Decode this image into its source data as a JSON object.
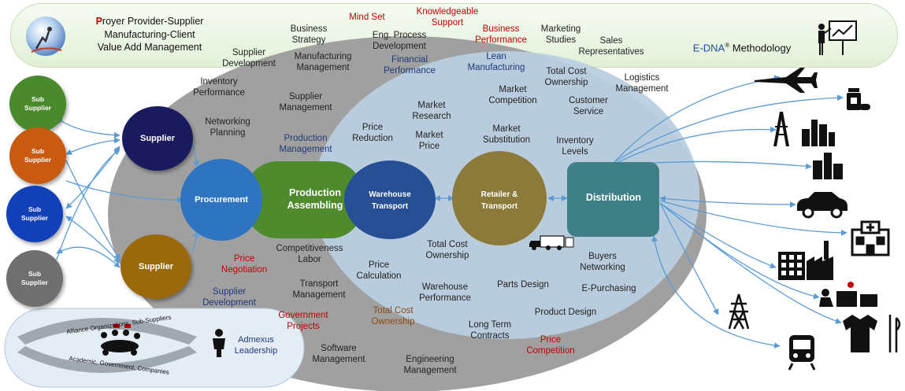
{
  "header": {
    "proyer_initial": "P",
    "proyer_rest": "royer Provider-Supplier",
    "line2": "Manufacturing-Client",
    "line3": "Value Add Management",
    "edna_brand": "E-DNA",
    "edna_reg": "®",
    "edna_rest": " Methodology"
  },
  "sub_suppliers": [
    {
      "label_1": "Sub",
      "label_2": "Supplier",
      "color": "#4a8a2c"
    },
    {
      "label_1": "Sub",
      "label_2": "Supplier",
      "color": "#c85a12"
    },
    {
      "label_1": "Sub",
      "label_2": "Supplier",
      "color": "#1240b8"
    },
    {
      "label_1": "Sub",
      "label_2": "Supplier",
      "color": "#6f6f6f"
    }
  ],
  "suppliers": [
    {
      "label": "Supplier",
      "color": "#1a1a5e"
    },
    {
      "label": "Supplier",
      "color": "#9a6a0a"
    }
  ],
  "process": {
    "procurement": "Procurement",
    "production_1": "Production",
    "production_2": "Assembling",
    "warehouse_1": "Warehouse",
    "warehouse_2": "Transport",
    "retailer_1": "Retailer &",
    "retailer_2": "Transport",
    "distribution": "Distribution"
  },
  "colors": {
    "outer_ellipse": "#9b9b9b",
    "inner_ellipse": "#b7cde0",
    "procurement": "#2e74c0",
    "production": "#4f8a2c",
    "warehouse": "#264f96",
    "retailer": "#8b7a3a",
    "distribution": "#3f7f86",
    "arrow": "#5b9bd5"
  },
  "labels": [
    {
      "l1": "Mind Set",
      "l2": "",
      "tone": "red"
    },
    {
      "l1": "Knowledgeable",
      "l2": "Support",
      "tone": "red"
    },
    {
      "l1": "Business",
      "l2": "Performance",
      "tone": "red"
    },
    {
      "l1": "Business",
      "l2": "Strategy",
      "tone": ""
    },
    {
      "l1": "Eng. Process",
      "l2": "Development",
      "tone": ""
    },
    {
      "l1": "Marketing",
      "l2": "Studies",
      "tone": ""
    },
    {
      "l1": "Sales",
      "l2": "Representatives",
      "tone": ""
    },
    {
      "l1": "Supplier",
      "l2": "Development",
      "tone": ""
    },
    {
      "l1": "Manufacturing",
      "l2": "Management",
      "tone": ""
    },
    {
      "l1": "Financial",
      "l2": "Performance",
      "tone": "blue"
    },
    {
      "l1": "Lean",
      "l2": "Manufacturing",
      "tone": "blue"
    },
    {
      "l1": "Total Cost",
      "l2": "Ownership",
      "tone": ""
    },
    {
      "l1": "Logistics",
      "l2": "Management",
      "tone": ""
    },
    {
      "l1": "Inventory",
      "l2": "Performance",
      "tone": ""
    },
    {
      "l1": "Supplier",
      "l2": "Management",
      "tone": ""
    },
    {
      "l1": "Market",
      "l2": "Research",
      "tone": ""
    },
    {
      "l1": "Market",
      "l2": "Competition",
      "tone": ""
    },
    {
      "l1": "Customer",
      "l2": "Service",
      "tone": ""
    },
    {
      "l1": "Networking",
      "l2": "Planning",
      "tone": ""
    },
    {
      "l1": "Price",
      "l2": "Reduction",
      "tone": ""
    },
    {
      "l1": "Market",
      "l2": "Price",
      "tone": ""
    },
    {
      "l1": "Market",
      "l2": "Substitution",
      "tone": ""
    },
    {
      "l1": "Inventory",
      "l2": "Levels",
      "tone": ""
    },
    {
      "l1": "Production",
      "l2": "Management",
      "tone": "blue"
    },
    {
      "l1": "Competitiveness",
      "l2": "Labor",
      "tone": ""
    },
    {
      "l1": "Total Cost",
      "l2": "Ownership",
      "tone": ""
    },
    {
      "l1": "Price",
      "l2": "Negotiation",
      "tone": "red"
    },
    {
      "l1": "Buyers",
      "l2": "Networking",
      "tone": ""
    },
    {
      "l1": "Price",
      "l2": "Calculation",
      "tone": ""
    },
    {
      "l1": "Transport",
      "l2": "Management",
      "tone": ""
    },
    {
      "l1": "Supplier",
      "l2": "Development",
      "tone": "blue"
    },
    {
      "l1": "Warehouse",
      "l2": "Performance",
      "tone": ""
    },
    {
      "l1": "Parts Design",
      "l2": "",
      "tone": ""
    },
    {
      "l1": "E-Purchasing",
      "l2": "",
      "tone": ""
    },
    {
      "l1": "Government",
      "l2": "Projects",
      "tone": "red"
    },
    {
      "l1": "Total Cost",
      "l2": "Ownership",
      "tone": "brown"
    },
    {
      "l1": "Product Design",
      "l2": "",
      "tone": ""
    },
    {
      "l1": "Long Term",
      "l2": "Contracts",
      "tone": ""
    },
    {
      "l1": "Price",
      "l2": "Competition",
      "tone": "red"
    },
    {
      "l1": "Software",
      "l2": "Management",
      "tone": ""
    },
    {
      "l1": "Engineering",
      "l2": "Management",
      "tone": ""
    }
  ],
  "alliance": {
    "top_text": "Alliance Organizations, Sub-Suppliers",
    "bottom_text": "Academic, Government, Companies",
    "admexus_1": "Admexus",
    "admexus_2": "Leadership"
  },
  "destination_icons": [
    "airplane-icon",
    "medicine-icon",
    "oil-rig-icon",
    "refinery-icon",
    "factory-icon",
    "car-icon",
    "hospital-icon",
    "office-building-icon",
    "industrial-plant-icon",
    "worker-machine-icon",
    "power-tower-icon",
    "train-icon",
    "shirt-icon",
    "sewing-icon"
  ]
}
